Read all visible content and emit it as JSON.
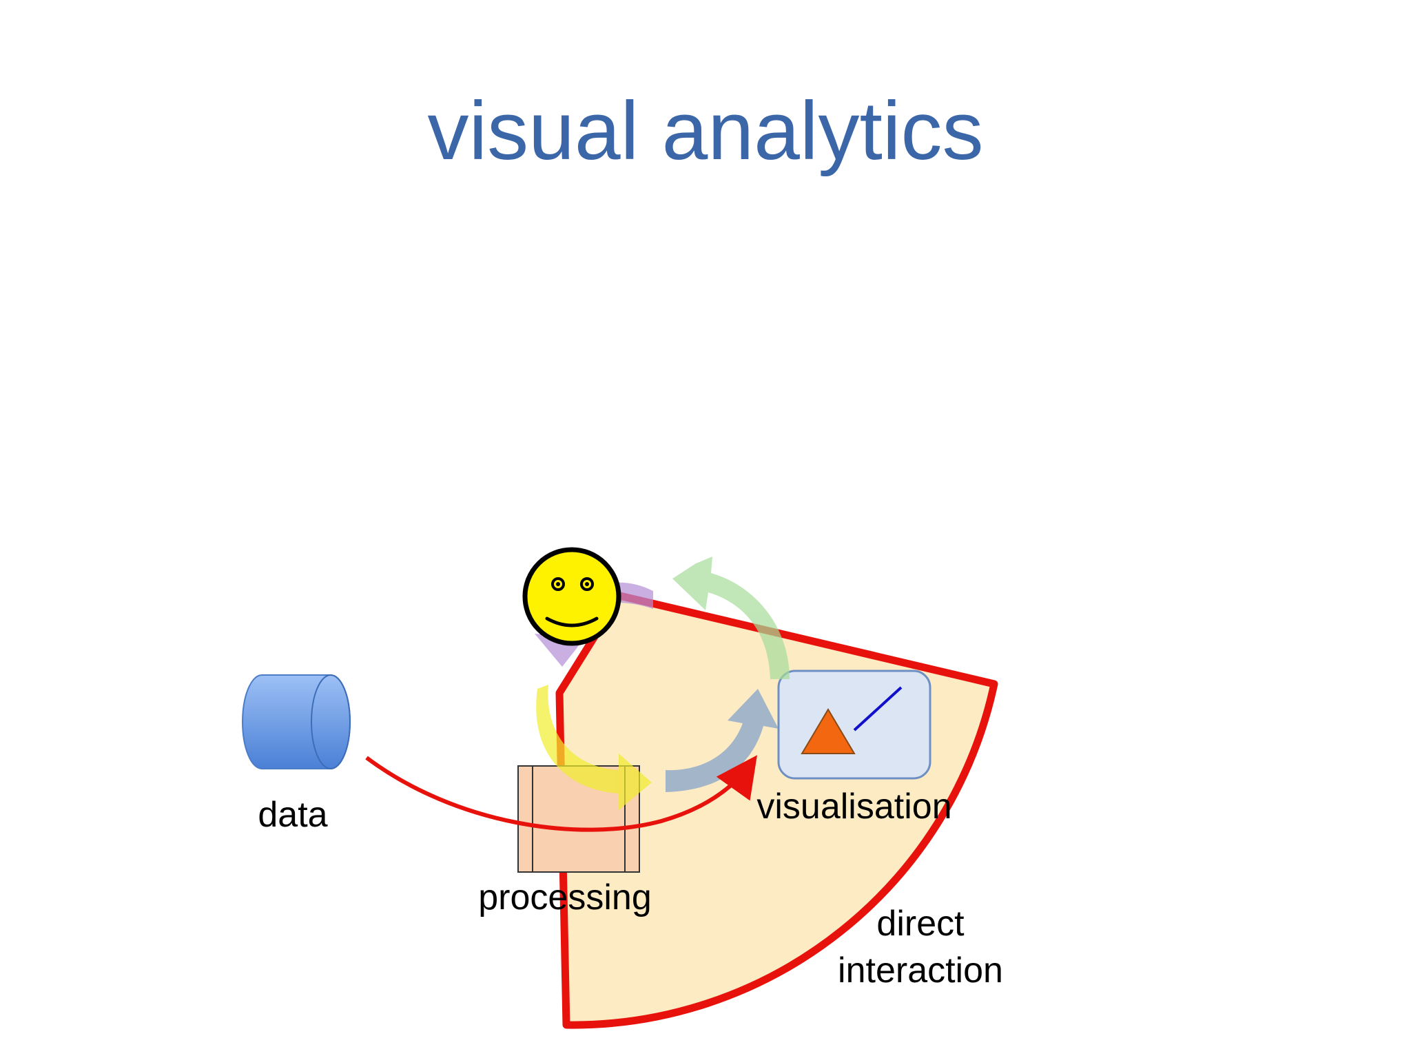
{
  "slide": {
    "title": "visual analytics"
  },
  "diagram": {
    "labels": {
      "data": "data",
      "processing": "processing",
      "visualisation": "visualisation",
      "direct_line1": "direct",
      "direct_line2": "interaction"
    },
    "nodes": [
      {
        "id": "data",
        "shape": "cylinder",
        "icon": "database-icon"
      },
      {
        "id": "processing",
        "shape": "box",
        "icon": "process-box-icon"
      },
      {
        "id": "visualisation",
        "shape": "rounded-box",
        "icon": "chart-icon"
      },
      {
        "id": "user",
        "shape": "face",
        "icon": "smiley-face-icon"
      }
    ],
    "edges": [
      {
        "from": "data",
        "to": "visualisation",
        "style": "red-curve-arrow"
      },
      {
        "from": "user",
        "to": "processing",
        "style": "purple-arrow"
      },
      {
        "from": "processing",
        "to": "visualisation",
        "style": "yellow-then-blue-arrow"
      },
      {
        "from": "visualisation",
        "to": "user",
        "style": "green-arrow"
      }
    ],
    "colors": {
      "title": "#3B66A8",
      "sector_fill": "#FDEBC4",
      "sector_stroke": "#E8120C",
      "red_arrow": "#E8120C",
      "data_fill": "#6A9CE6",
      "processing_fill": "#F9D0B0",
      "vis_fill": "#DCE5F3",
      "vis_stroke": "#6E8FC4",
      "triangle": "#F2670F",
      "line": "#1010CC",
      "smiley": "#FFF200",
      "purple_arrow": "#B58ED8",
      "yellow_arrow": "#F1EC2D",
      "blue_arrow": "#7C9FCC",
      "green_arrow": "#A6DC9A"
    }
  }
}
